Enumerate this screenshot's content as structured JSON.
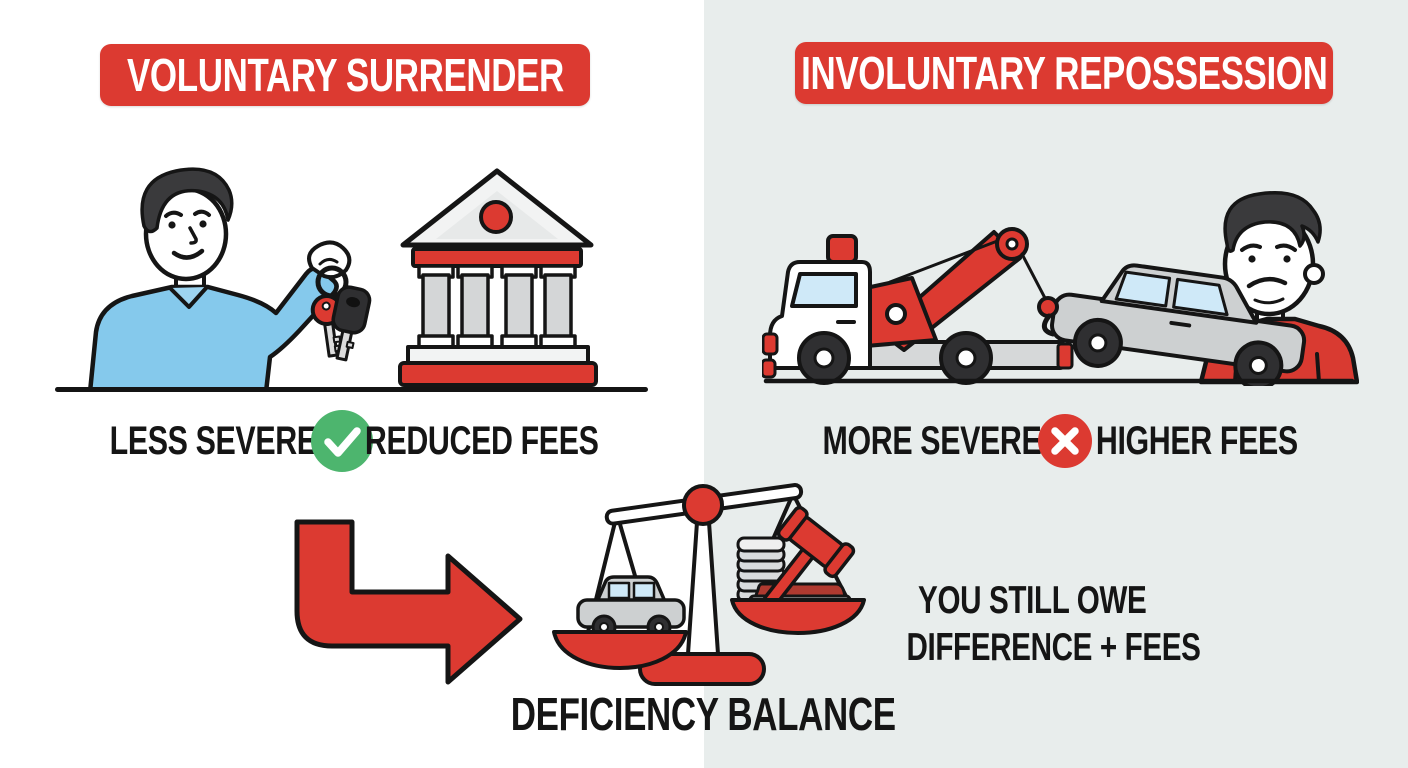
{
  "colors": {
    "red": "#dc3a31",
    "green": "#4db56e",
    "ink": "#151515",
    "panel_right": "#e8edec",
    "shirt_blue": "#85c9ec",
    "window_blue": "#cfe9f8",
    "car_gray": "#cdd0d1",
    "machine_gray": "#d6d8d9",
    "hair_dark": "#3a3a3c",
    "coin_gray": "#d9dbdc"
  },
  "left_panel": {
    "banner": "VOLUNTARY SURRENDER",
    "severity_label": "LESS SEVERE",
    "fees_label": "REDUCED FEES",
    "status_icon": "check-icon",
    "illustrations": [
      "man-handing-keys-illustration",
      "bank-building-illustration"
    ]
  },
  "right_panel": {
    "banner": "INVOLUNTARY REPOSSESSION",
    "severity_label": "MORE SEVERE",
    "fees_label": "HIGHER FEES",
    "status_icon": "x-icon",
    "illustrations": [
      "tow-truck-towing-car-illustration",
      "sad-man-illustration"
    ]
  },
  "bottom_section": {
    "owe_line1": "YOU STILL OWE",
    "owe_line2": "DIFFERENCE + FEES",
    "caption": "DEFICIENCY BALANCE",
    "illustrations": [
      "elbow-arrow-icon",
      "balance-scale-illustration"
    ]
  }
}
